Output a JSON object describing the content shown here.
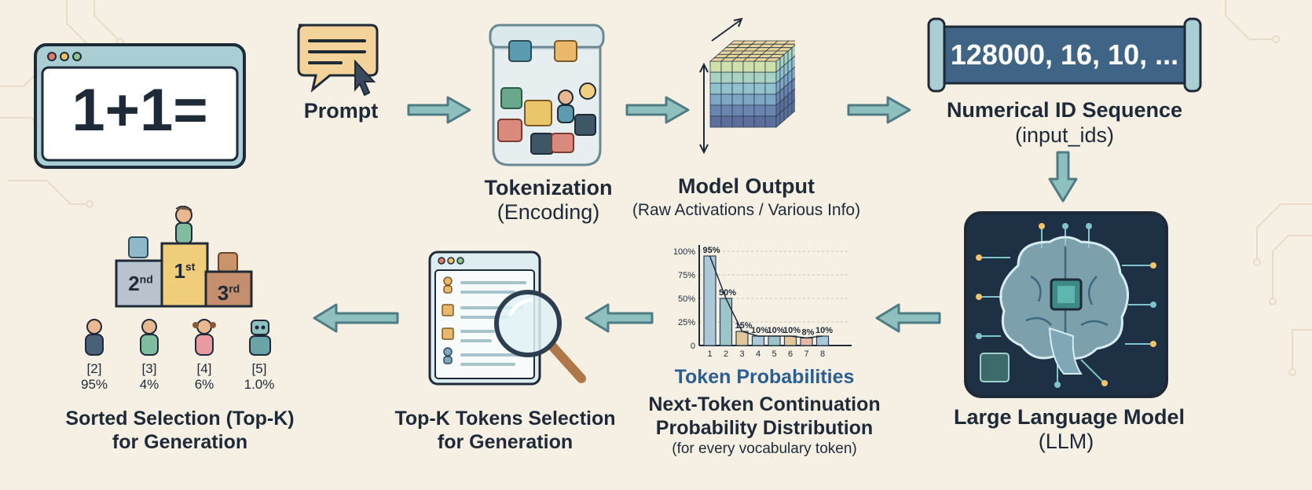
{
  "colors": {
    "background": "#f6f0e4",
    "arrow": "#8fc0c0",
    "arrow_stroke": "#4f7b83",
    "dark": "#1e2a38",
    "accent_blue": "#2a5f93"
  },
  "steps": {
    "prompt_box_text": "1+1=",
    "prompt": "Prompt",
    "tokenization": {
      "title": "Tokenization",
      "subtitle": "(Encoding)"
    },
    "model_output": {
      "title": "Model Output",
      "subtitle": "(Raw Activations / Various Info)"
    },
    "id_sequence": {
      "scroll_text": "128000, 16, 10, ...",
      "title": "Numerical ID Sequence",
      "subtitle": "(input_ids)"
    },
    "llm": {
      "title": "Large Language Model",
      "subtitle": "(LLM)"
    },
    "token_probabilities": {
      "title": "Token Probabilities",
      "desc_line1": "Next-Token Continuation",
      "desc_line2": "Probability Distribution",
      "desc_line3": "(for every vocabulary token)"
    },
    "topk_selection": {
      "line1": "Top-K Tokens Selection",
      "line2": "for Generation"
    },
    "sorted_selection": {
      "line1": "Sorted Selection (Top-K)",
      "line2": "for Generation",
      "podium": {
        "first": "1",
        "first_sup": "st",
        "second": "2",
        "second_sup": "nd",
        "third": "3",
        "third_sup": "rd"
      },
      "ranks": [
        {
          "id": "[2]",
          "pct": "95%",
          "icon": "boy-icon"
        },
        {
          "id": "[3]",
          "pct": "4%",
          "icon": "child-icon"
        },
        {
          "id": "[4]",
          "pct": "6%",
          "icon": "girl-icon"
        },
        {
          "id": "[5]",
          "pct": "1.0%",
          "icon": "robot-icon"
        }
      ]
    }
  },
  "chart_data": {
    "type": "bar",
    "categories": [
      "1",
      "2",
      "3",
      "4",
      "5",
      "6",
      "7",
      "8"
    ],
    "values": [
      95,
      50,
      15,
      10,
      10,
      10,
      8,
      10
    ],
    "value_labels": [
      "95%",
      "50%",
      "15%",
      "10%",
      "10%",
      "10%",
      "8%",
      "10%"
    ],
    "yticks": [
      "0",
      "25%",
      "50%",
      "75%",
      "100%"
    ],
    "ylim": [
      0,
      100
    ],
    "bar_colors": [
      "#a9c8d8",
      "#9dc4c7",
      "#e2c79a",
      "#a9c8d8",
      "#9dc4c7",
      "#e2c79a",
      "#e7b8a8",
      "#a9c8d8"
    ],
    "grid": true,
    "title": "",
    "xlabel": "",
    "ylabel": ""
  }
}
